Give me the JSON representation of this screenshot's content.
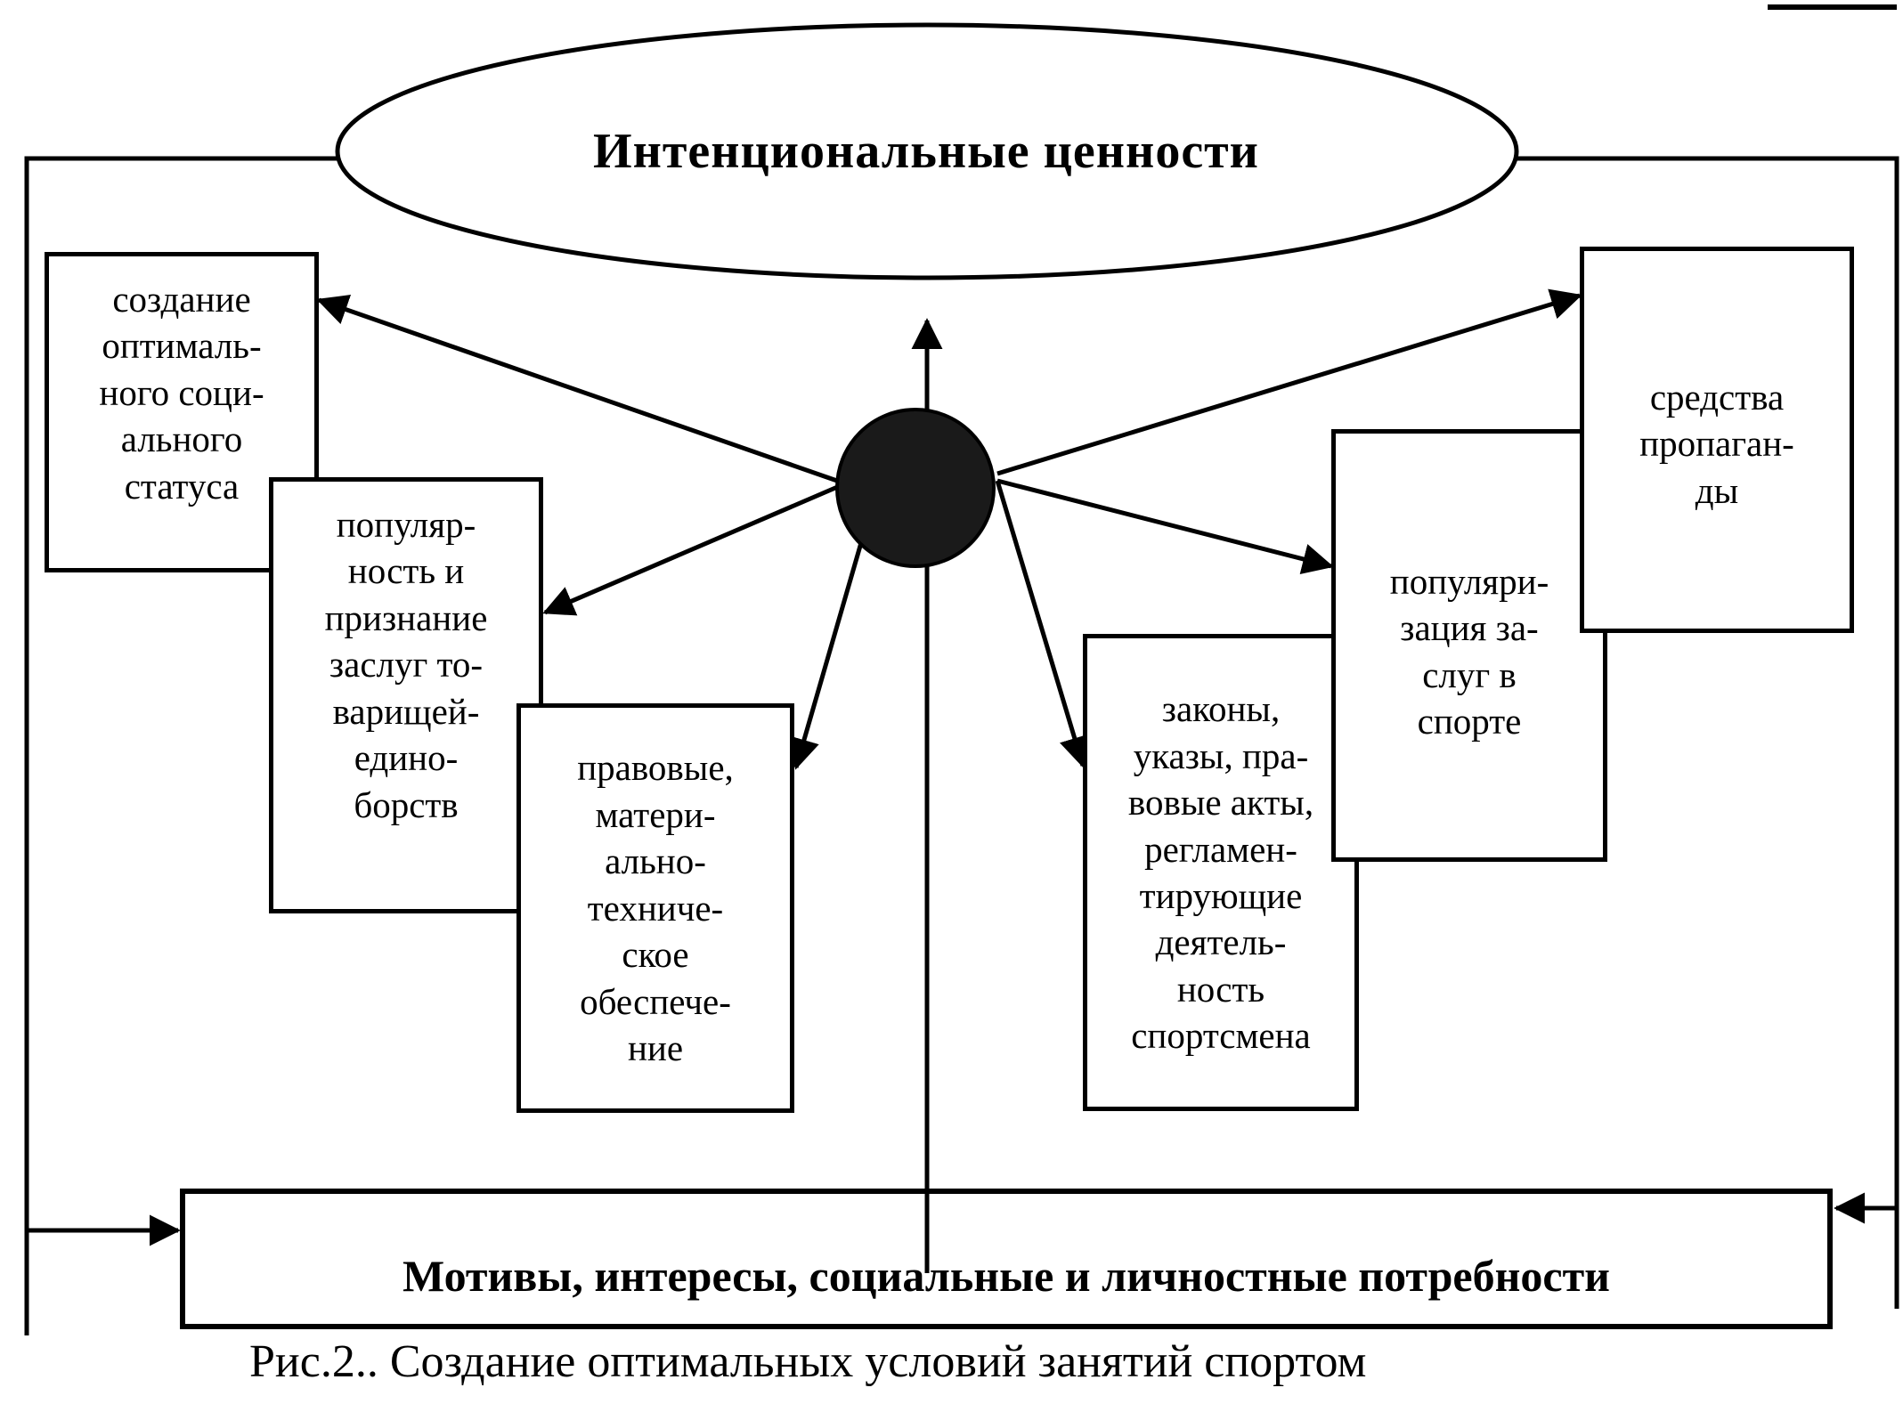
{
  "diagram": {
    "center": {
      "label": "Интенциональные ценности"
    },
    "bottom": {
      "label": "Мотивы, интересы, социальные и личностные потребности"
    },
    "boxes": [
      {
        "id": "social-status",
        "text": "создание\nоптималь-\nного соци-\nального\nстатуса"
      },
      {
        "id": "popularity",
        "text": "популяр-\nность и\nпризнание\nзаслуг то-\nварищей-\nедино-\nборств"
      },
      {
        "id": "legal-material",
        "text": "правовые,\nматери-\nально-\nтехниче-\nское\nобеспече-\nние"
      },
      {
        "id": "laws",
        "text": "законы,\nуказы, пра-\nвовые акты,\nрегламен-\nтирующие\nдеятель-\nность\nспортсмена"
      },
      {
        "id": "popularization",
        "text": "популяри-\nзация за-\nслуг в\nспорте"
      },
      {
        "id": "propaganda",
        "text": "средства\nпропаган-\nды"
      }
    ],
    "caption": "Рис.2.. Создание оптимальных условий занятий спортом"
  }
}
